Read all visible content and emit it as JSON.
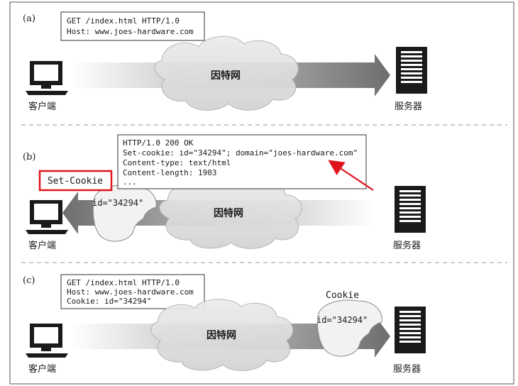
{
  "panels": [
    {
      "label": "(a)",
      "message_lines": [
        "GET /index.html HTTP/1.0",
        "Host: www.joes-hardware.com"
      ],
      "network_label": "因特网",
      "client_label": "客户端",
      "server_label": "服务器"
    },
    {
      "label": "(b)",
      "message_lines": [
        "HTTP/1.0 200 OK",
        "Set-cookie: id=\"34294\"; domain=\"joes-hardware.com\"",
        "Content-type: text/html",
        "Content-length: 1903",
        "..."
      ],
      "highlight_label": "Set-Cookie",
      "cookie_text": "id=\"34294\"",
      "network_label": "因特网",
      "client_label": "客户端",
      "server_label": "服务器"
    },
    {
      "label": "(c)",
      "message_lines": [
        "GET /index.html HTTP/1.0",
        "Host: www.joes-hardware.com",
        "Cookie: id=\"34294\""
      ],
      "cookie_caption": "Cookie",
      "cookie_text": "id=\"34294\"",
      "network_label": "因特网",
      "client_label": "客户端",
      "server_label": "服务器"
    }
  ],
  "colors": {
    "highlight": "#e0141e",
    "ink": "#1a1a1a",
    "band_dark": "#8a8a8a",
    "band_light": "#e8e8e8",
    "cloud": "#dedede"
  },
  "icons": {
    "client": "monitor-icon",
    "server": "server-tower-icon",
    "cookie": "cookie-icon",
    "cloud": "cloud-icon"
  }
}
